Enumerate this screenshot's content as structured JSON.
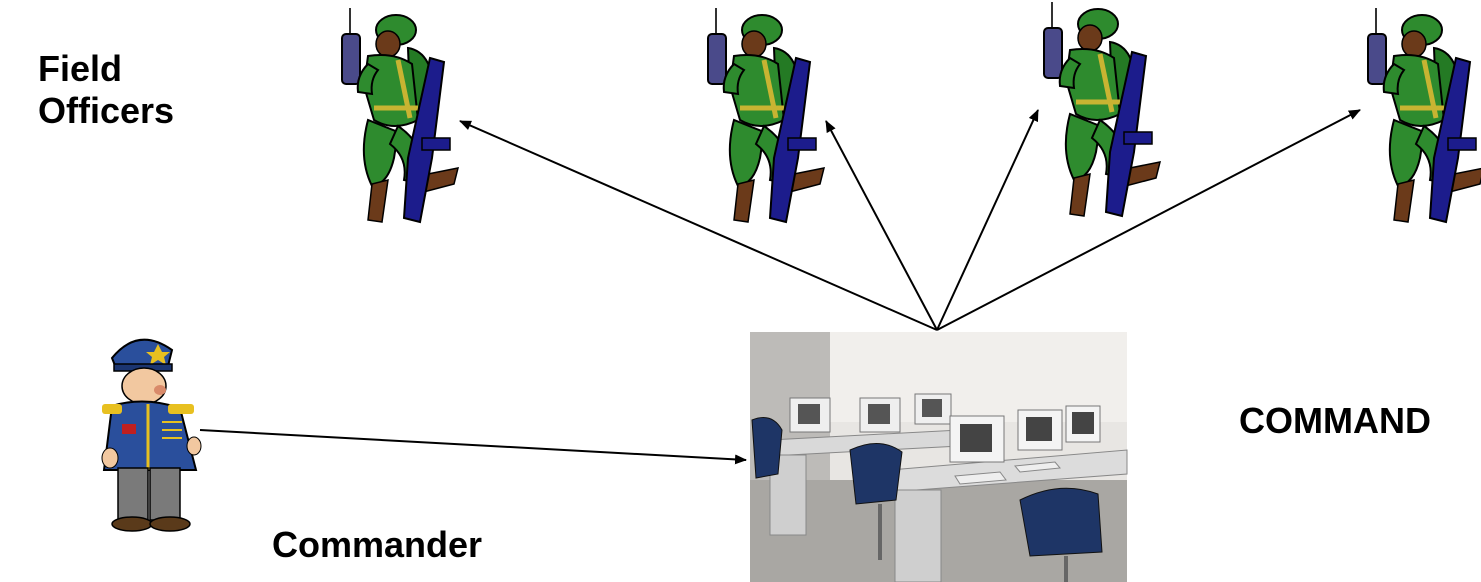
{
  "labels": {
    "field_officers": "Field Officers",
    "commander": "Commander",
    "command_center": "COMMAND"
  },
  "nodes": {
    "field_officers": [
      "soldier-icon",
      "soldier-icon",
      "soldier-icon",
      "soldier-icon"
    ],
    "commander": "general-icon",
    "command_center": "computer-lab-photo"
  },
  "colors": {
    "uniform": "#2e8b2e",
    "skin": "#6b3a1a",
    "rifle": "#1c1c8c",
    "radio": "#4a4a8a",
    "general_coat": "#2a4f9c",
    "general_pants": "#7a7a7a",
    "arrow": "#000000"
  }
}
